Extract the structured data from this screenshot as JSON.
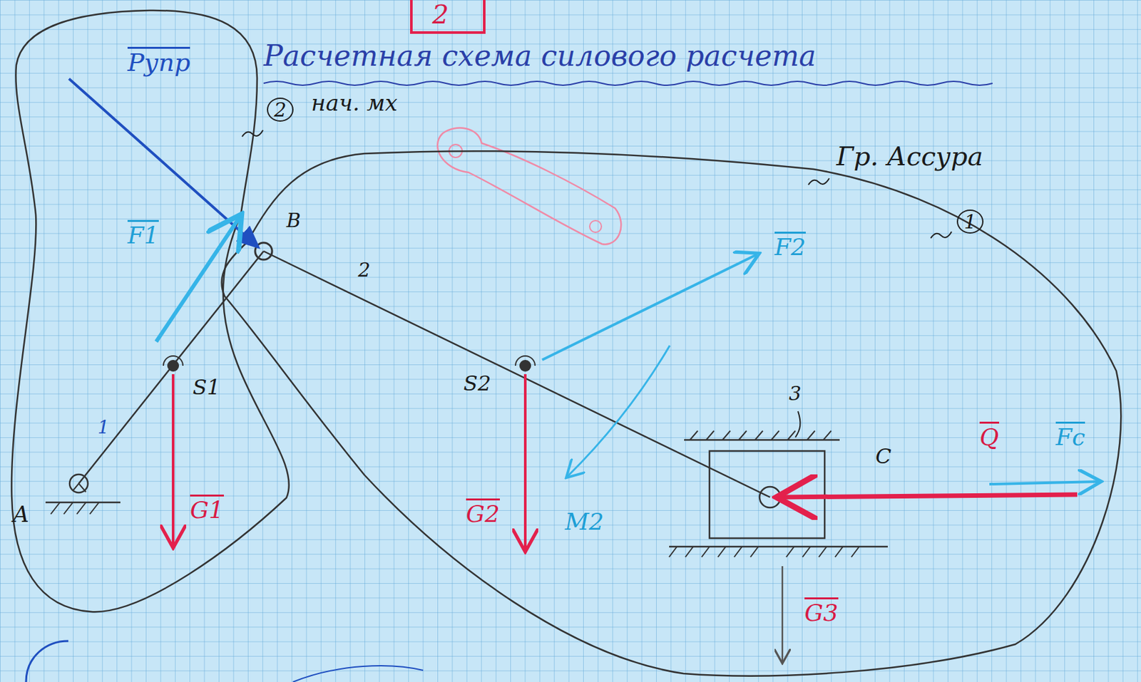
{
  "diagram": {
    "title": "Расчетная схема силового расчета",
    "labels": [
      "2",
      "Pупр",
      "2",
      "нач. мх",
      "Гр. Ассура",
      "1",
      "B",
      "F1",
      "2",
      "F2",
      "S1",
      "1",
      "S2",
      "3",
      "C",
      "Q",
      "Fc",
      "G1",
      "G2",
      "M2",
      "G3",
      "A"
    ]
  }
}
